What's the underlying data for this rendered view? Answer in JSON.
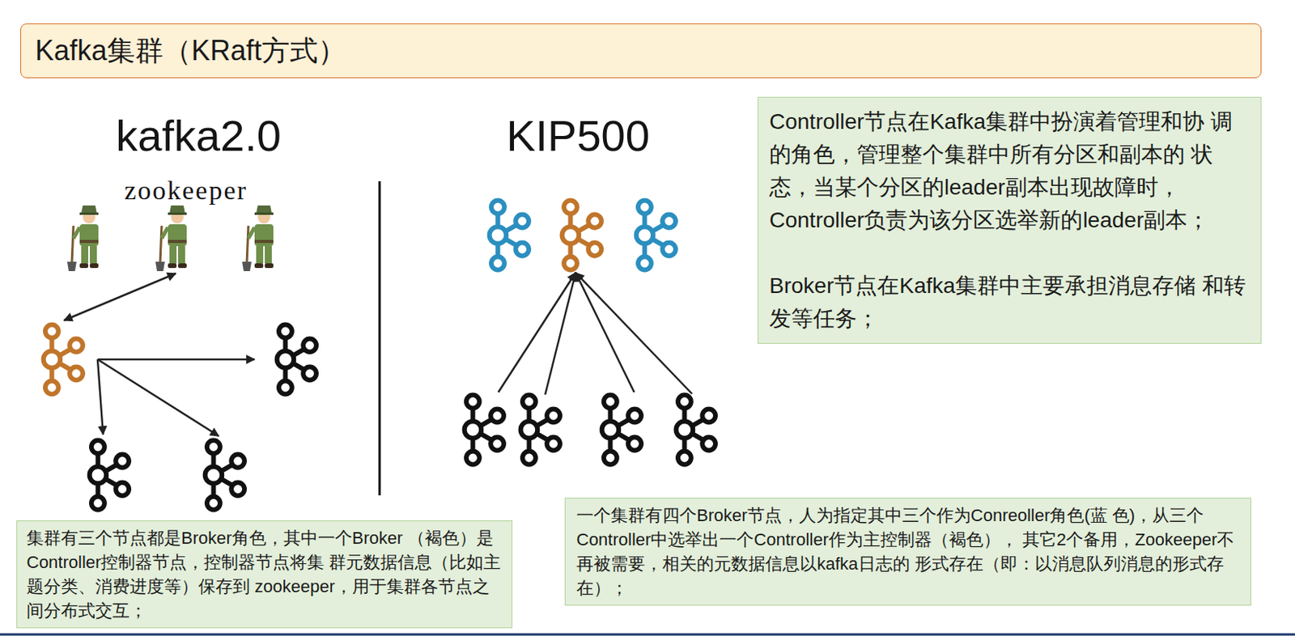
{
  "diagram": {
    "title": "Kafka集群（KRaft方式）",
    "nodes": [
      {
        "text": [
          "Controller节点在Kafka集群中扮演着管理和协 调的角色，管理整个集群中所有分区和副本的 状态，当某个分区的leader副本出现故障时， Controller负责为该分区选举新的leader副本；",
          "Broker节点在Kafka集群中主要承担消息存储 和转发等任务；"
        ]
      },
      {
        "text": [
          "集群有三个节点都是Broker角色，其中一个Broker （褐色）是Controller控制器节点，控制器节点将集 群元数据信息（比如主题分类、消费进度等）保存到 zookeeper，用于集群各节点之间分布式交互；"
        ]
      },
      {
        "text": [
          "一个集群有四个Broker节点，人为指定其中三个作为Conreoller角色(蓝 色)，从三个Controller中选举出一个Controller作为主控制器（褐色）， 其它2个备用，Zookeeper不再被需要，相关的元数据信息以kafka日志的 形式存在（即：以消息队列消息的形式存在）；"
        ]
      }
    ],
    "labels": [
      "kafka2.0",
      "zookeeper",
      "KIP500"
    ]
  }
}
